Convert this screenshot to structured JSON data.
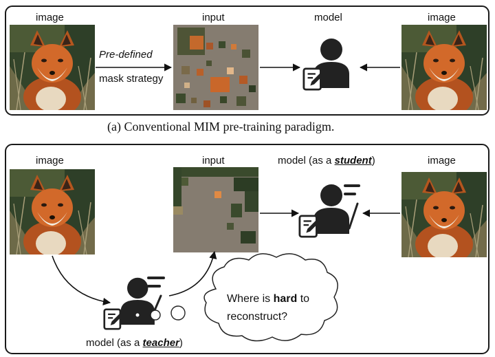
{
  "panel_a": {
    "image_left_label": "image",
    "input_label": "input",
    "model_label": "model",
    "image_right_label": "image",
    "arrow_label_line1": "Pre-defined",
    "arrow_label_line2": "mask strategy",
    "caption": "(a) Conventional MIM pre-training paradigm."
  },
  "panel_b": {
    "image_left_label": "image",
    "input_label": "input",
    "student_prefix": "model (as a ",
    "student_word": "student",
    "student_suffix": ")",
    "image_right_label": "image",
    "teacher_prefix": "model (as a ",
    "teacher_word": "teacher",
    "teacher_suffix": ")",
    "thought_line1_prefix": "Where is ",
    "thought_line1_bold": "hard",
    "thought_line1_suffix": " to",
    "thought_line2": "reconstruct?"
  },
  "colors": {
    "frame": "#1a1a1a",
    "icon": "#222222",
    "mask_gray": "#857c70",
    "fox_orange": "#c8642a",
    "foliage": "#2f4a2a"
  },
  "icons": {
    "person": "person-silhouette-icon",
    "edit": "edit-document-icon",
    "speech": "speech-lines-icon"
  }
}
